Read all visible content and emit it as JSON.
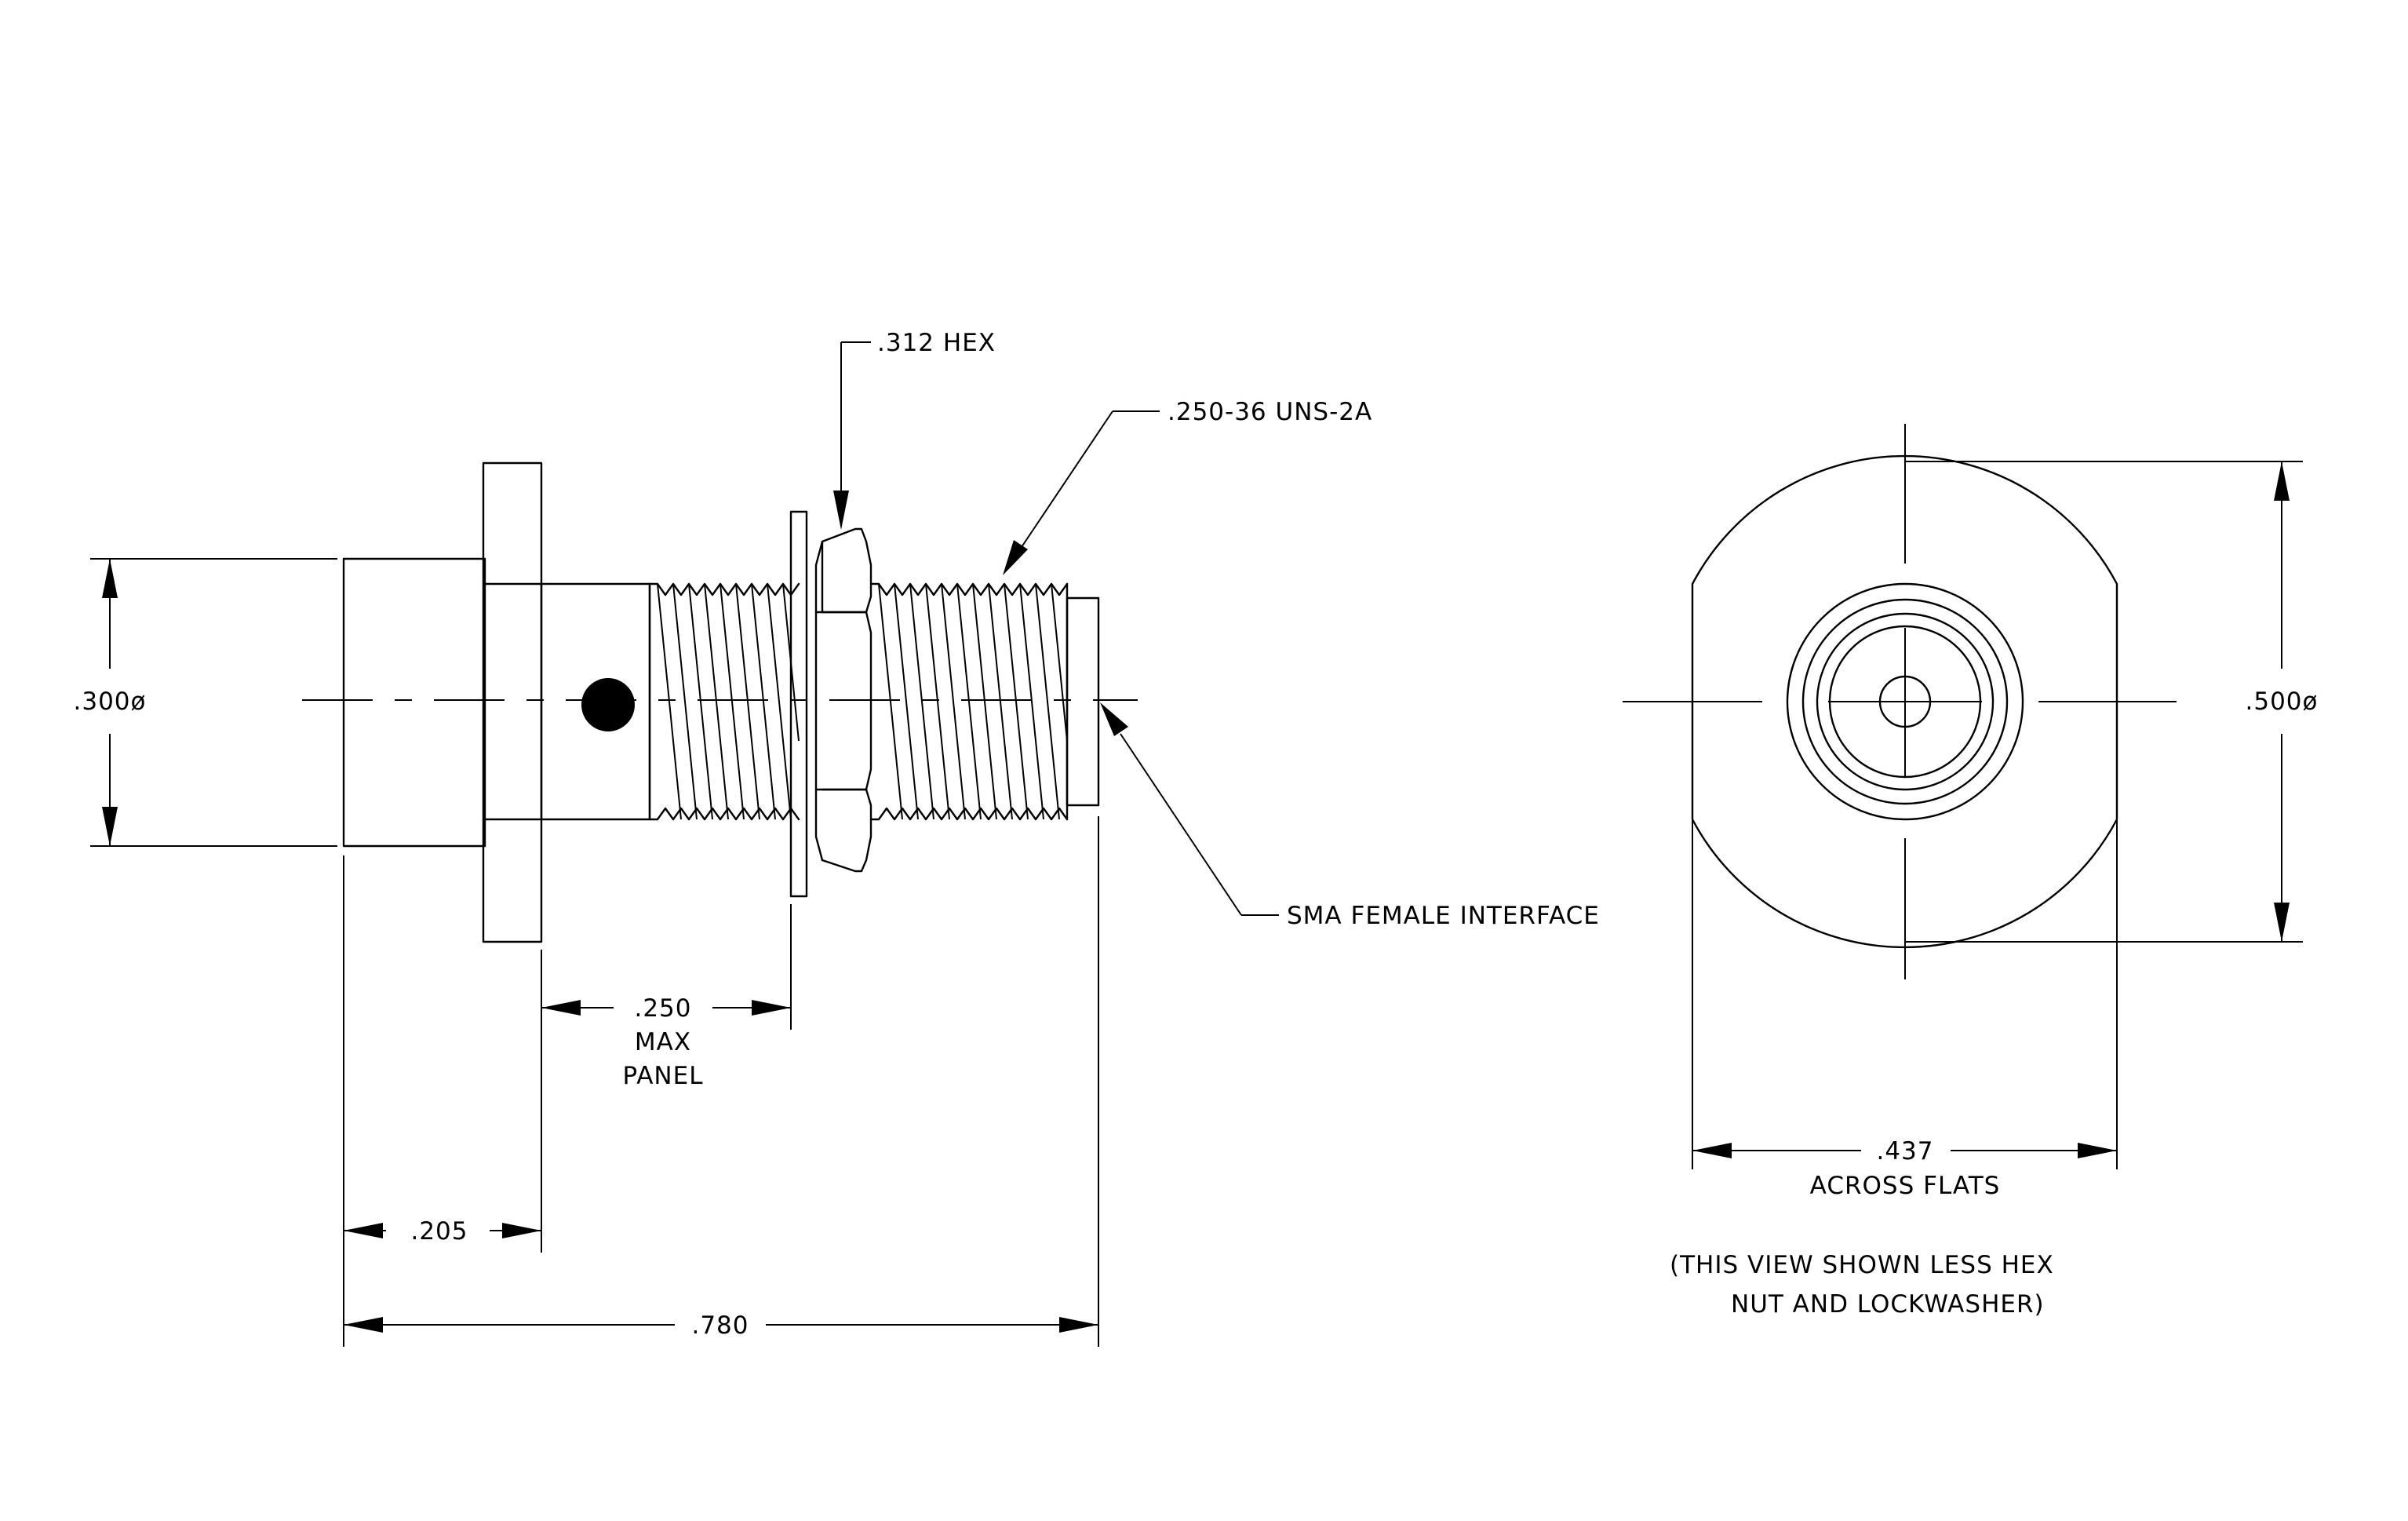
{
  "side_view": {
    "dim_diameter": ".300ø",
    "dim_hex": ".312 HEX",
    "dim_thread": ".250-36 UNS-2A",
    "label_interface": "SMA FEMALE INTERFACE",
    "dim_panel_value": ".250",
    "dim_panel_line1": "MAX",
    "dim_panel_line2": "PANEL",
    "dim_flange": ".205",
    "dim_length": ".780"
  },
  "end_view": {
    "dim_diameter": ".500ø",
    "dim_flats_value": ".437",
    "dim_flats_label": "ACROSS FLATS",
    "note_line1": "(THIS VIEW SHOWN LESS HEX",
    "note_line2": "NUT AND LOCKWASHER)"
  }
}
